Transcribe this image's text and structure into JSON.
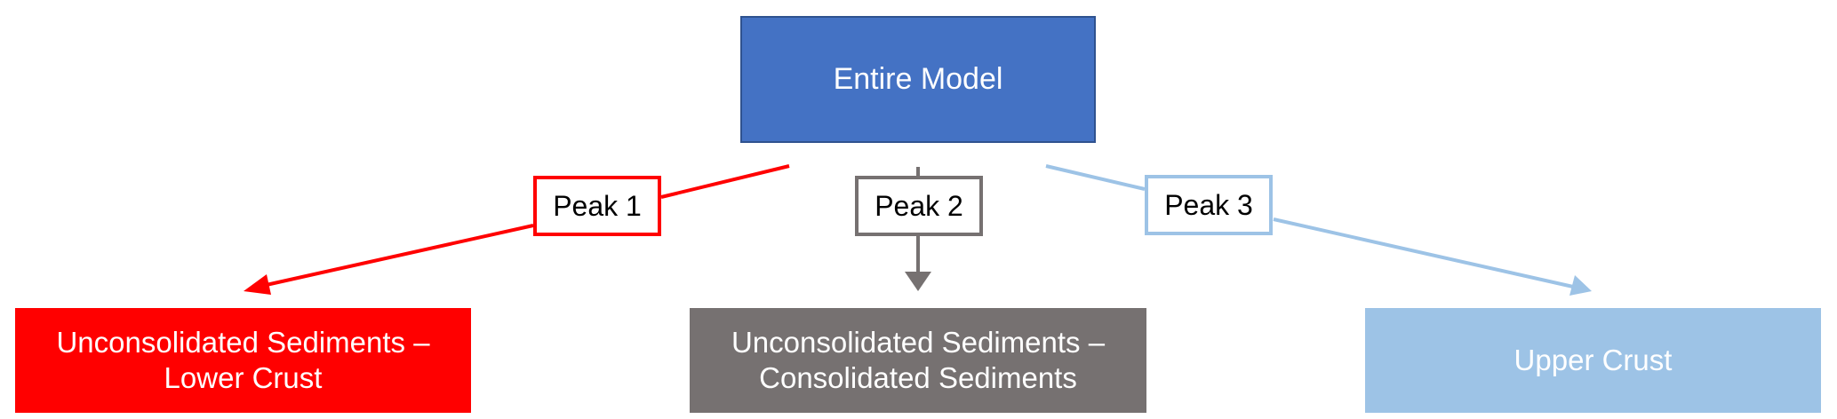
{
  "root": {
    "label": "Entire Model",
    "color": "#4472c4"
  },
  "branches": [
    {
      "peak_label": "Peak 1",
      "target_lines": [
        "Unconsolidated Sediments –",
        "Lower Crust"
      ],
      "color": "#ff0000"
    },
    {
      "peak_label": "Peak 2",
      "target_lines": [
        "Unconsolidated Sediments –",
        "Consolidated Sediments"
      ],
      "color": "#767171"
    },
    {
      "peak_label": "Peak 3",
      "target_lines": [
        "Upper Crust"
      ],
      "color": "#9dc3e6"
    }
  ]
}
